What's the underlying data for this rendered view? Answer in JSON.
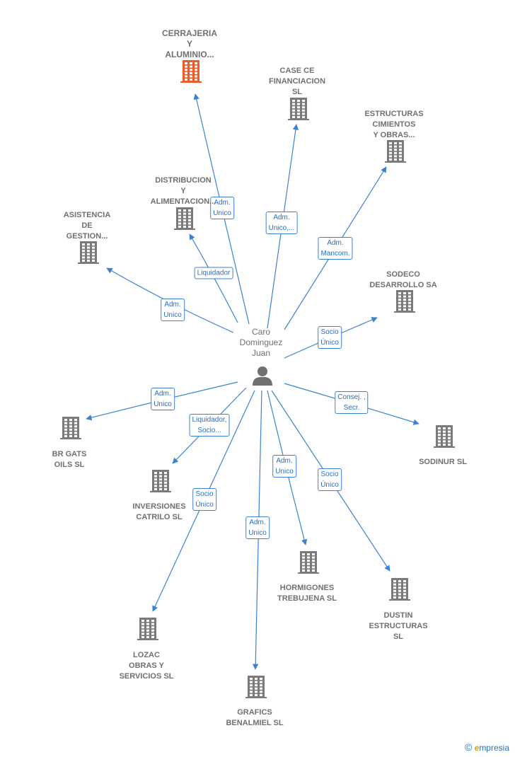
{
  "colors": {
    "edge": "#3b82d4",
    "building": "#7a7a7a",
    "building_main": "#f05a28",
    "person": "#707070"
  },
  "center": {
    "name": "Caro\nDominguez\nJuan",
    "icon": "person-icon"
  },
  "nodes": [
    {
      "id": "cerrajeria",
      "label": "CERRAJERIA\nY\nALUMINIO...",
      "main": true
    },
    {
      "id": "case-ce",
      "label": "CASE CE\nFINANCIACION\nSL"
    },
    {
      "id": "estructuras",
      "label": "ESTRUCTURAS\nCIMIENTOS\nY OBRAS..."
    },
    {
      "id": "distribucion",
      "label": "DISTRIBUCION\nY\nALIMENTACION..."
    },
    {
      "id": "asistencia",
      "label": "ASISTENCIA\nDE\nGESTION..."
    },
    {
      "id": "sodeco",
      "label": "SODECO\nDESARROLLO SA"
    },
    {
      "id": "br-gats",
      "label": "BR GATS\nOILS  SL"
    },
    {
      "id": "sodinur",
      "label": "SODINUR SL"
    },
    {
      "id": "inversiones",
      "label": "INVERSIONES\nCATRILO  SL"
    },
    {
      "id": "hormigones",
      "label": "HORMIGONES\nTREBUJENA SL"
    },
    {
      "id": "dustin",
      "label": "DUSTIN\nESTRUCTURAS\nSL"
    },
    {
      "id": "lozac",
      "label": "LOZAC\nOBRAS Y\nSERVICIOS SL"
    },
    {
      "id": "grafics",
      "label": "GRAFICS\nBENALMIEL  SL"
    }
  ],
  "edges": [
    {
      "to": "cerrajeria",
      "label": "Adm.\nUnico"
    },
    {
      "to": "case-ce",
      "label": "Adm.\nUnico,..."
    },
    {
      "to": "estructuras",
      "label": "Adm.\nMancom."
    },
    {
      "to": "distribucion",
      "label": "Liquidador"
    },
    {
      "to": "asistencia",
      "label": "Adm.\nUnico"
    },
    {
      "to": "sodeco",
      "label": "Socio\nÚnico"
    },
    {
      "to": "br-gats",
      "label": "Adm.\nUnico"
    },
    {
      "to": "sodinur",
      "label": "Consej. ,\nSecr."
    },
    {
      "to": "inversiones",
      "label": "Liquidador,\nSocio..."
    },
    {
      "to": "hormigones",
      "label": "Adm.\nUnico"
    },
    {
      "to": "dustin",
      "label": "Socio\nÚnico"
    },
    {
      "to": "lozac",
      "label": "Socio\nÚnico"
    },
    {
      "to": "grafics",
      "label": "Adm.\nUnico"
    }
  ],
  "footer": {
    "copyright": "©",
    "brand_initial": "e",
    "brand_rest": "mpresia"
  }
}
